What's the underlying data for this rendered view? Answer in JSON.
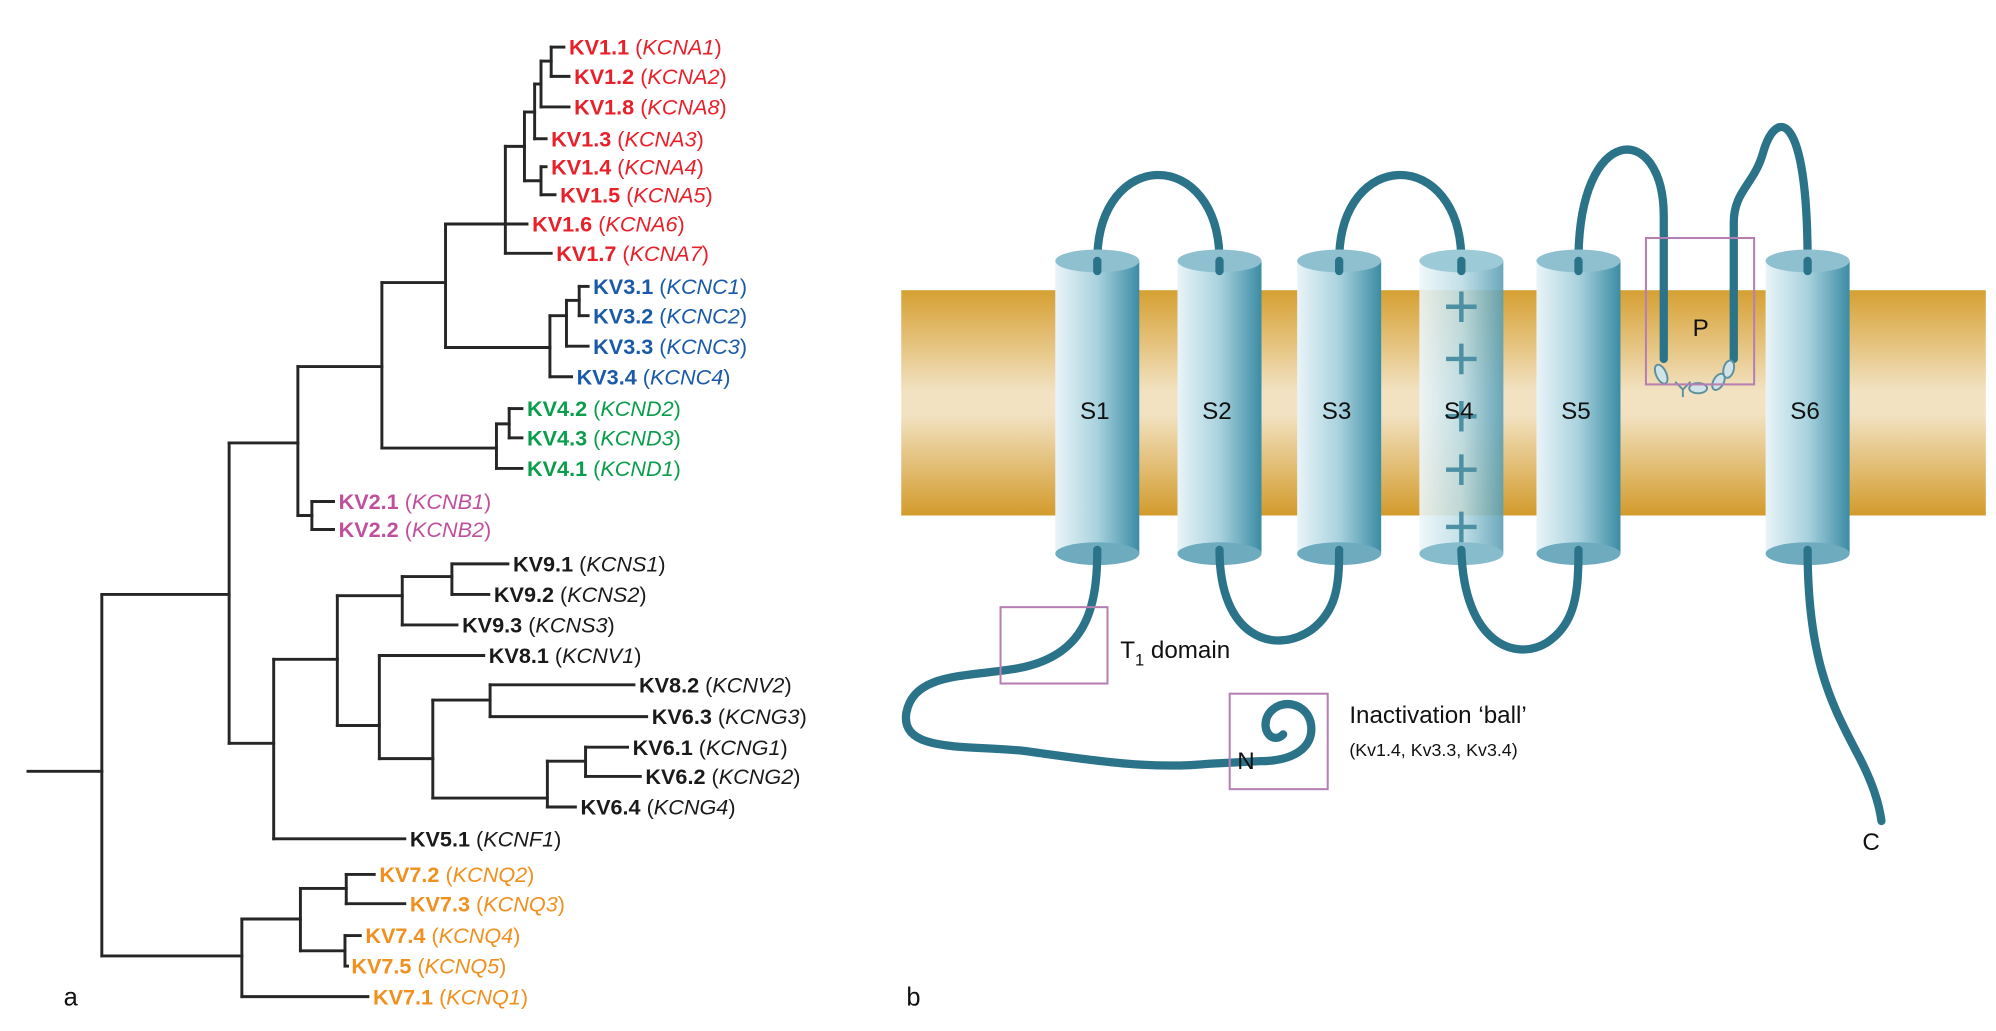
{
  "panel_a": {
    "letter": "a",
    "colors": {
      "kv1": "#e8202a",
      "kv3": "#1a5aa8",
      "kv4": "#0a9e4c",
      "kv2": "#c0509e",
      "silent": "#1a1a1a",
      "kv7": "#f0901e"
    },
    "leaves": [
      {
        "protein": "KV1.1",
        "gene": "KCNA1",
        "group": "kv1"
      },
      {
        "protein": "KV1.2",
        "gene": "KCNA2",
        "group": "kv1"
      },
      {
        "protein": "KV1.8",
        "gene": "KCNA8",
        "group": "kv1"
      },
      {
        "protein": "KV1.3",
        "gene": "KCNA3",
        "group": "kv1"
      },
      {
        "protein": "KV1.4",
        "gene": "KCNA4",
        "group": "kv1"
      },
      {
        "protein": "KV1.5",
        "gene": "KCNA5",
        "group": "kv1"
      },
      {
        "protein": "KV1.6",
        "gene": "KCNA6",
        "group": "kv1"
      },
      {
        "protein": "KV1.7",
        "gene": "KCNA7",
        "group": "kv1"
      },
      {
        "protein": "KV3.1",
        "gene": "KCNC1",
        "group": "kv3"
      },
      {
        "protein": "KV3.2",
        "gene": "KCNC2",
        "group": "kv3"
      },
      {
        "protein": "KV3.3",
        "gene": "KCNC3",
        "group": "kv3"
      },
      {
        "protein": "KV3.4",
        "gene": "KCNC4",
        "group": "kv3"
      },
      {
        "protein": "KV4.2",
        "gene": "KCND2",
        "group": "kv4"
      },
      {
        "protein": "KV4.3",
        "gene": "KCND3",
        "group": "kv4"
      },
      {
        "protein": "KV4.1",
        "gene": "KCND1",
        "group": "kv4"
      },
      {
        "protein": "KV2.1",
        "gene": "KCNB1",
        "group": "kv2"
      },
      {
        "protein": "KV2.2",
        "gene": "KCNB2",
        "group": "kv2"
      },
      {
        "protein": "KV9.1",
        "gene": "KCNS1",
        "group": "silent"
      },
      {
        "protein": "KV9.2",
        "gene": "KCNS2",
        "group": "silent"
      },
      {
        "protein": "KV9.3",
        "gene": "KCNS3",
        "group": "silent"
      },
      {
        "protein": "KV8.1",
        "gene": "KCNV1",
        "group": "silent"
      },
      {
        "protein": "KV8.2",
        "gene": "KCNV2",
        "group": "silent"
      },
      {
        "protein": "KV6.3",
        "gene": "KCNG3",
        "group": "silent"
      },
      {
        "protein": "KV6.1",
        "gene": "KCNG1",
        "group": "silent"
      },
      {
        "protein": "KV6.2",
        "gene": "KCNG2",
        "group": "silent"
      },
      {
        "protein": "KV6.4",
        "gene": "KCNG4",
        "group": "silent"
      },
      {
        "protein": "KV5.1",
        "gene": "KCNF1",
        "group": "silent"
      },
      {
        "protein": "KV7.2",
        "gene": "KCNQ2",
        "group": "kv7"
      },
      {
        "protein": "KV7.3",
        "gene": "KCNQ3",
        "group": "kv7"
      },
      {
        "protein": "KV7.4",
        "gene": "KCNQ4",
        "group": "kv7"
      },
      {
        "protein": "KV7.5",
        "gene": "KCNQ5",
        "group": "kv7"
      },
      {
        "protein": "KV7.1",
        "gene": "KCNQ1",
        "group": "kv7"
      }
    ]
  },
  "panel_b": {
    "letter": "b",
    "segments": [
      "S1",
      "S2",
      "S3",
      "S4",
      "S5",
      "S6"
    ],
    "pore_label": "P",
    "t1_label": "T",
    "t1_subscript": "1",
    "t1_suffix": " domain",
    "ball_label": "Inactivation ‘ball’",
    "ball_note": "(Kv1.4, Kv3.3, Kv3.4)",
    "n_terminus": "N",
    "c_terminus": "C",
    "colors": {
      "membrane": "#d9a43c",
      "helix": "#5fa5bb",
      "chain": "#2b7389",
      "box": "#b67fb3"
    }
  }
}
